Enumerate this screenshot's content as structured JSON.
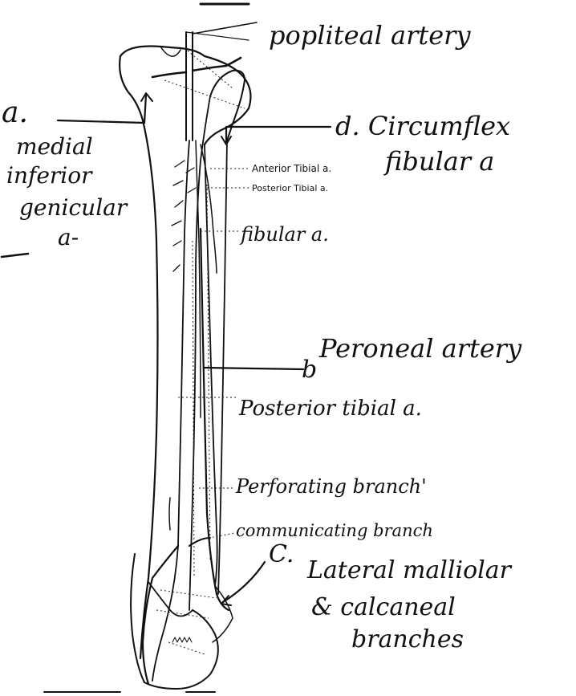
{
  "labels": {
    "popliteal_artery": "popliteal artery",
    "a_marker": "a.",
    "medial_inferior_genicular": [
      "medial",
      "inferior",
      "genicular",
      "a-"
    ],
    "d_circumflex": "d. Circumflex",
    "fibular_a_upper": "fibular a",
    "anterior_tibial": "Anterior Tibial a.",
    "posterior_tibial_small": "Posterior Tibial a.",
    "fibular_a": "fibular a.",
    "b_marker": "b",
    "peroneal_artery": "Peroneal artery",
    "posterior_tibial_a": "Posterior tibial a.",
    "perforating_branch": "Perforating branch'",
    "communicating_branch": "communicating branch",
    "c_marker": "C.",
    "lateral_malleolar": [
      "Lateral malliolar",
      "& calcaneal",
      "branches"
    ]
  }
}
